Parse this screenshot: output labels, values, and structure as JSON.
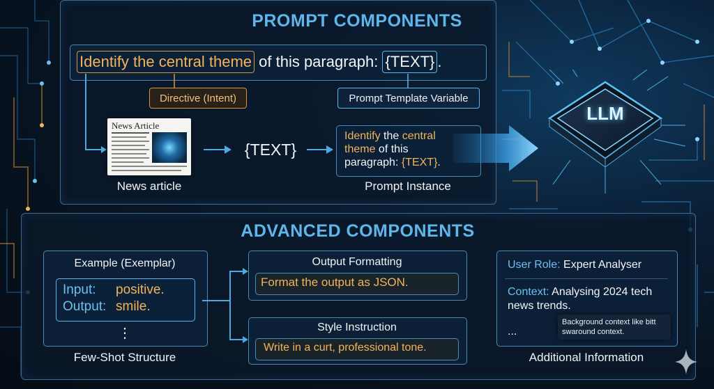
{
  "prompt_components": {
    "title": "PROMPT COMPONENTS",
    "template": {
      "directive": "Identify the central theme",
      "rest": " of this paragraph: ",
      "variable": "{TEXT}",
      "end": "."
    },
    "directive_tag": "Directive (Intent)",
    "variable_tag": "Prompt Template Variable",
    "news": {
      "header": "News Article",
      "caption": "News article"
    },
    "text_token": "{TEXT}",
    "instance": {
      "w1": "Identify",
      "w2": " the ",
      "w3": "central",
      "w4": "theme",
      "w5": " of this",
      "w6": "paragraph: ",
      "w7": "{TEXT}",
      "w8": ".",
      "caption": "Prompt Instance"
    },
    "llm_label": "LLM"
  },
  "advanced_components": {
    "title": "ADVANCED COMPONENTS",
    "exemplar": {
      "heading": "Example (Exemplar)",
      "input_label": "Input:",
      "input_value": "positive.",
      "output_label": "Output:",
      "output_value": "smile.",
      "ellipsis": "⋮",
      "caption": "Few-Shot Structure"
    },
    "output_formatting": {
      "heading": "Output Formatting",
      "text": "Format the output as JSON."
    },
    "style_instruction": {
      "heading": "Style Instruction",
      "text": "Write in a curt, professional tone."
    },
    "additional": {
      "role_label": "User Role:",
      "role_value": " Expert Analyser",
      "context_label": "Context:",
      "context_value_1": " Analysing 2024 tech",
      "context_value_2": "news trends.",
      "ellipsis": "...",
      "tooltip": "Background context like bitt swaround context.",
      "caption": "Additional Information"
    }
  },
  "colors": {
    "accent_blue": "#5fb6ea",
    "accent_gold": "#f3b35a",
    "panel_border": "#78aad7"
  }
}
